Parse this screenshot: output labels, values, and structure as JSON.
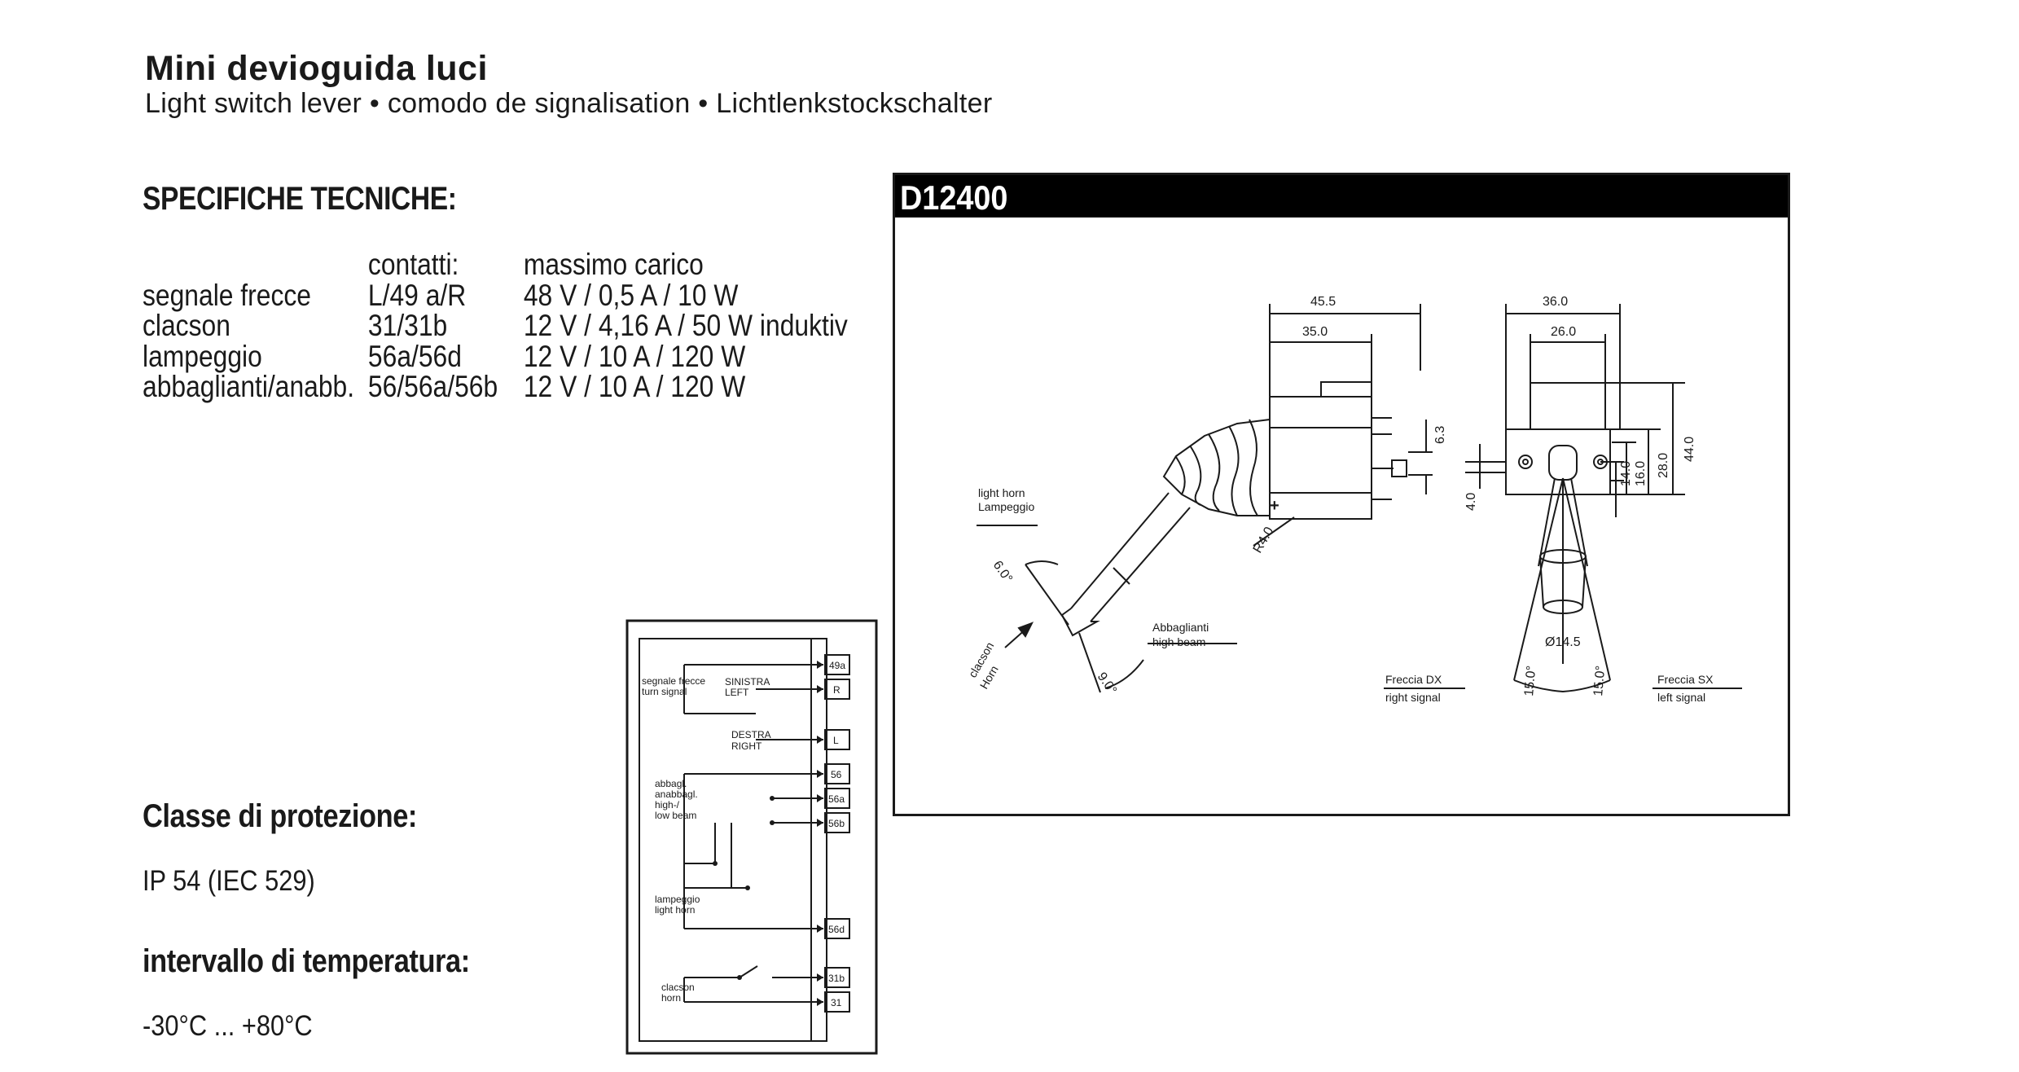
{
  "header": {
    "title": "Mini devioguida luci",
    "subtitle": "Light switch lever • comodo de signalisation • Lichtlenkstockschalter"
  },
  "specs": {
    "heading": "SPECIFICHE TECNICHE:",
    "col_contacts": "contatti:",
    "col_load": "massimo carico",
    "rows": [
      {
        "name": "segnale frecce",
        "contacts": "L/49 a/R",
        "load": "48 V / 0,5 A / 10 W"
      },
      {
        "name": "clacson",
        "contacts": "31/31b",
        "load": "12 V / 4,16 A / 50 W induktiv"
      },
      {
        "name": "lampeggio",
        "contacts": "56a/56d",
        "load": "12 V / 10 A / 120 W"
      },
      {
        "name": "abbaglianti/anabb.",
        "contacts": "56/56a/56b",
        "load": "12 V / 10 A / 120 W"
      }
    ]
  },
  "protection": {
    "heading": "Classe di protezione:",
    "value": "IP 54 (IEC 529)"
  },
  "temperature": {
    "heading": "intervallo di temperatura:",
    "value": "-30°C ... +80°C"
  },
  "drawing": {
    "code": "D12400",
    "dims": {
      "d455": "45.5",
      "d350": "35.0",
      "d63": "6.3",
      "r40": "R4.0",
      "a60": "6.0°",
      "a90": "9.0°",
      "d360": "36.0",
      "d260": "26.0",
      "d440": "44.0",
      "d280": "28.0",
      "d160": "16.0",
      "d140": "14.0",
      "d40": "4.0",
      "dia145": "Ø14.5",
      "a15l": "15.0°",
      "a15r": "15.0°"
    },
    "labels": {
      "light_horn": "light horn",
      "lampeggio": "Lampeggio",
      "clacson": "clacson",
      "horn": "Horn",
      "abbaglianti": "Abbaglianti",
      "high_beam": "high beam",
      "freccia_dx": "Freccia DX",
      "right_signal": "right signal",
      "freccia_sx": "Freccia SX",
      "left_signal": "left signal"
    }
  },
  "wiring": {
    "groups": {
      "signal_1": "segnale frecce",
      "signal_2": "turn signal",
      "sinistra": "SINISTRA",
      "left": "LEFT",
      "destra": "DESTRA",
      "right": "RIGHT",
      "beam_1": "abbagl.",
      "beam_2": "anabbagl.",
      "beam_3": "high-/",
      "beam_4": "low beam",
      "flash_1": "lampeggio",
      "flash_2": "light horn",
      "horn_1": "clacson",
      "horn_2": "horn"
    },
    "terminals": {
      "t49a": "49a",
      "tR": "R",
      "tL": "L",
      "t56": "56",
      "t56a": "56a",
      "t56b": "56b",
      "t56d": "56d",
      "t31b": "31b",
      "t31": "31"
    }
  }
}
